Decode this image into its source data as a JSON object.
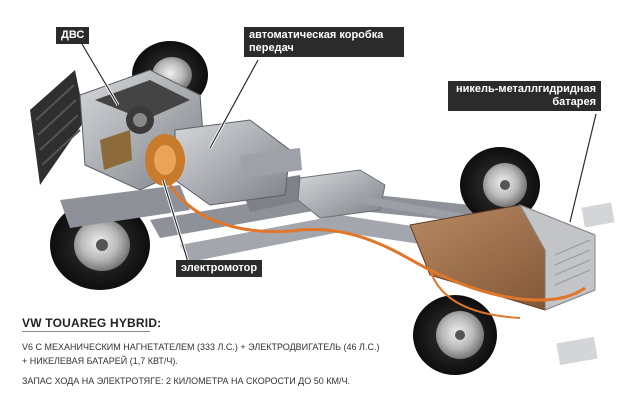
{
  "labels": {
    "engine": "ДВС",
    "gearbox_line1": "автоматическая коробка",
    "gearbox_line2": "передач",
    "battery_line1": "никель-металлгидридная",
    "battery_line2": "батарея",
    "motor": "электромотор"
  },
  "caption": {
    "title": "VW TOUAREG HYBRID:",
    "line1": "V6 С МЕХАНИЧЕСКИМ НАГНЕТАТЕЛЕМ (333 Л.С.) + ЭЛЕКТРОДВИГАТЕЛЬ (46 Л.С.)",
    "line2": "+ НИКЕЛЕВАЯ БАТАРЕЙ (1,7 КВТ/Ч).",
    "line3": "ЗАПАС ХОДА НА ЭЛЕКТРОТЯГЕ: 2 КИЛОМЕТРА НА СКОРОСТИ ДО 50 КМ/Ч."
  },
  "colors": {
    "label_bg": "#2b2b2b",
    "cable": "#e0762a",
    "chassis": "#9a9ea4",
    "battery": "#9b6a45"
  }
}
